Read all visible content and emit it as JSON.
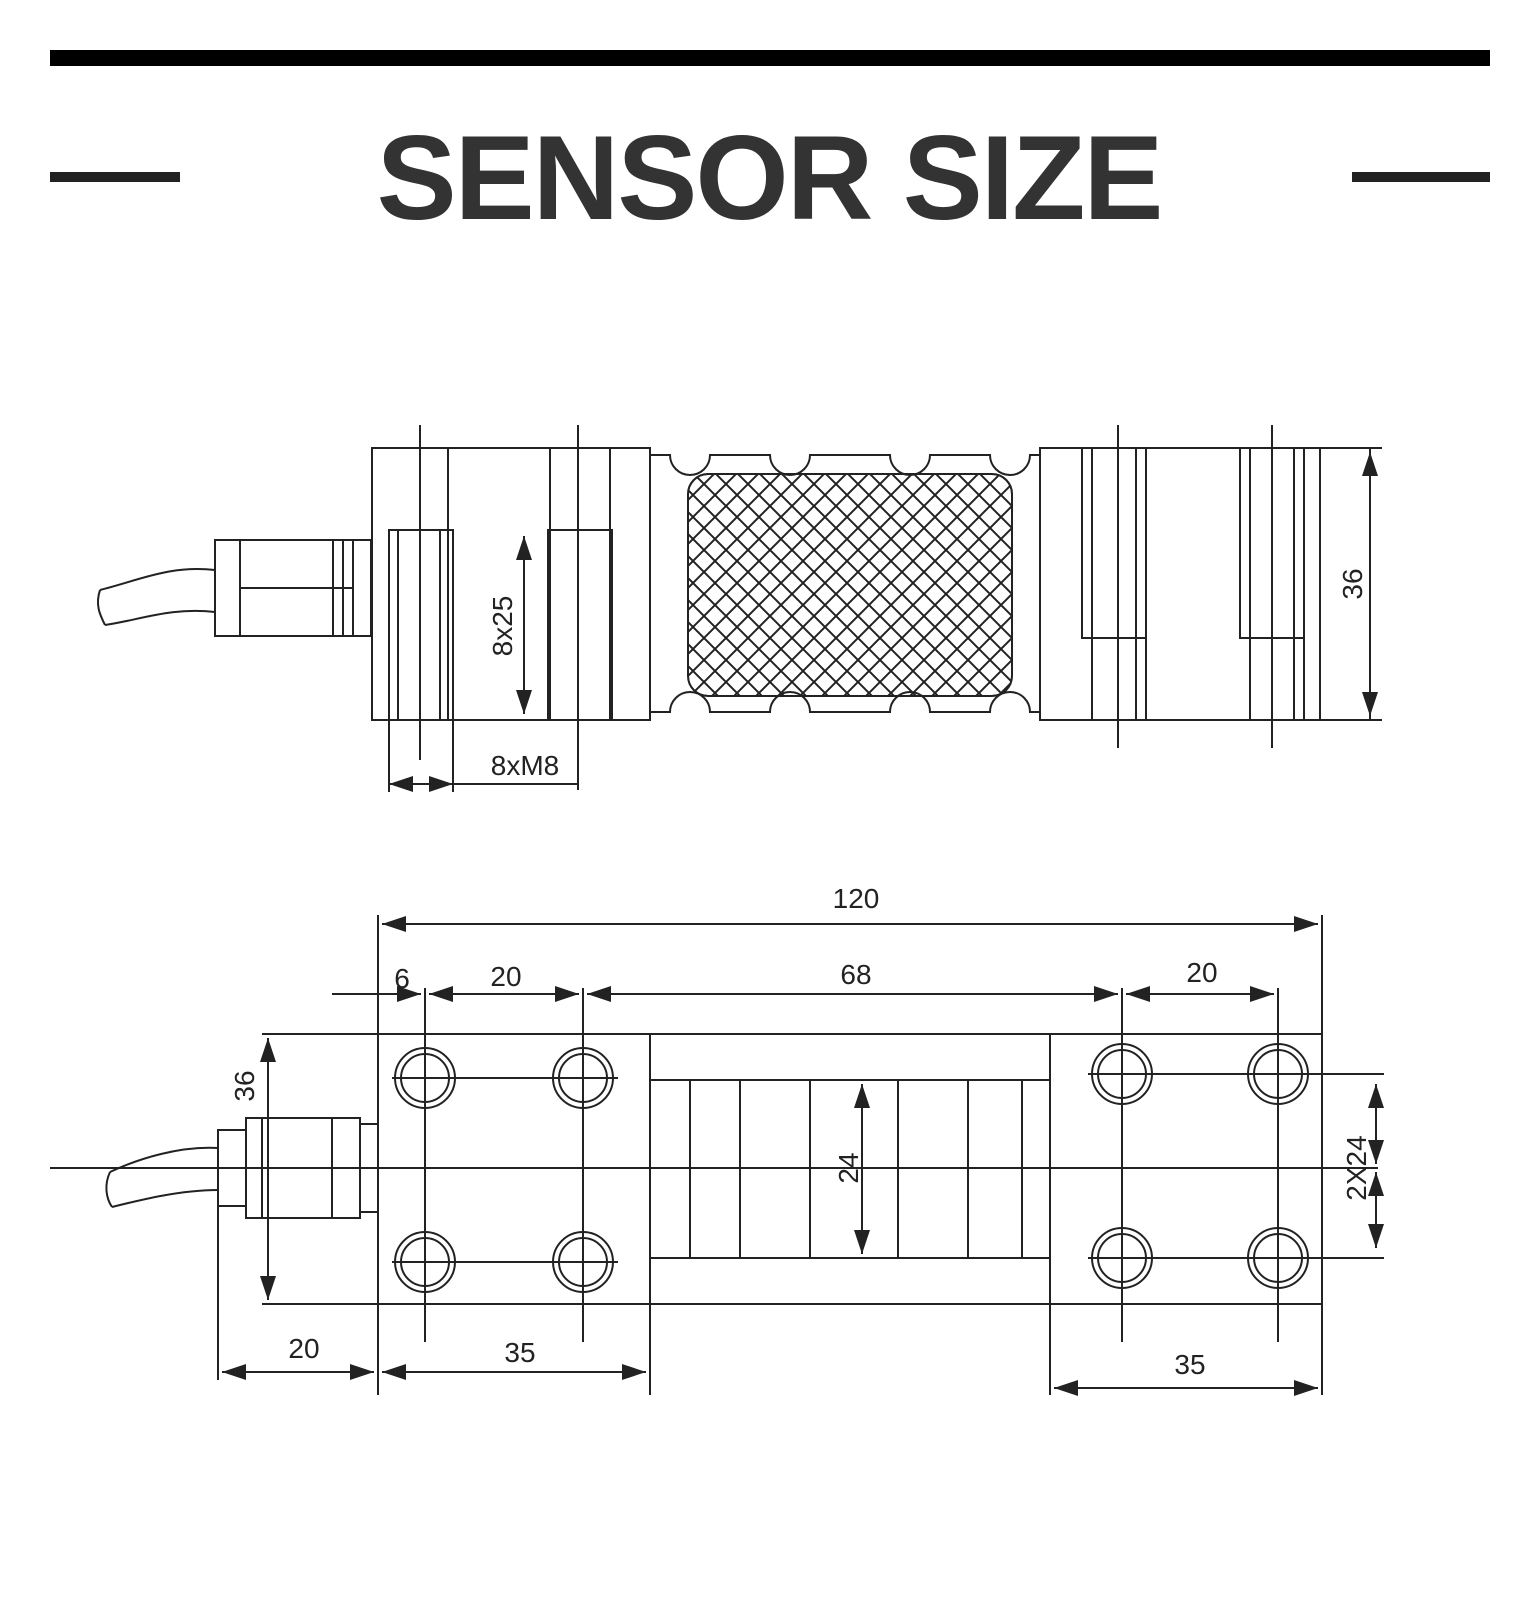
{
  "title": "SENSOR SIZE",
  "side_view": {
    "labels": {
      "height": "36",
      "slot": "8x25",
      "thread": "8xM8"
    }
  },
  "top_view": {
    "labels": {
      "overall_length": "120",
      "edge_offset": "6",
      "hole_spacing_left": "20",
      "center_span": "68",
      "hole_spacing_right": "20",
      "width": "36",
      "center_width": "24",
      "hole_rows": "2X24",
      "cable_gland": "20",
      "block_left": "35",
      "block_right": "35"
    }
  }
}
